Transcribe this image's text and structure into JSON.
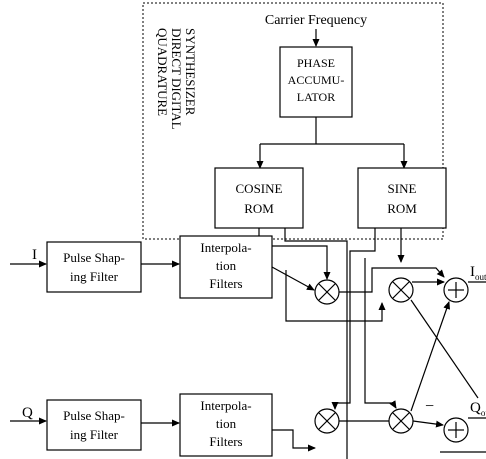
{
  "dds": {
    "title_lines": [
      "QUADRATURE",
      "DIRECT DIGITAL",
      "SYNTHESIZER"
    ],
    "carrier_label": "Carrier Frequency",
    "phase_acc_lines": [
      "PHASE",
      "ACCUMU-",
      "LATOR"
    ],
    "cosine_rom_lines": [
      "COSINE",
      "ROM"
    ],
    "sine_rom_lines": [
      "SINE",
      "ROM"
    ]
  },
  "i_path": {
    "input_label": "I",
    "pulse_lines": [
      "Pulse Shap-",
      "ing Filter"
    ],
    "interp_lines": [
      "Interpola-",
      "tion",
      "Filters"
    ],
    "output_label": "I",
    "output_sub": "out"
  },
  "q_path": {
    "input_label": "Q",
    "pulse_lines": [
      "Pulse Shap-",
      "ing Filter"
    ],
    "interp_lines": [
      "Interpola-",
      "tion",
      "Filters"
    ],
    "output_label": "Q",
    "output_sub": "out"
  },
  "symbols": {
    "minus": "−"
  }
}
